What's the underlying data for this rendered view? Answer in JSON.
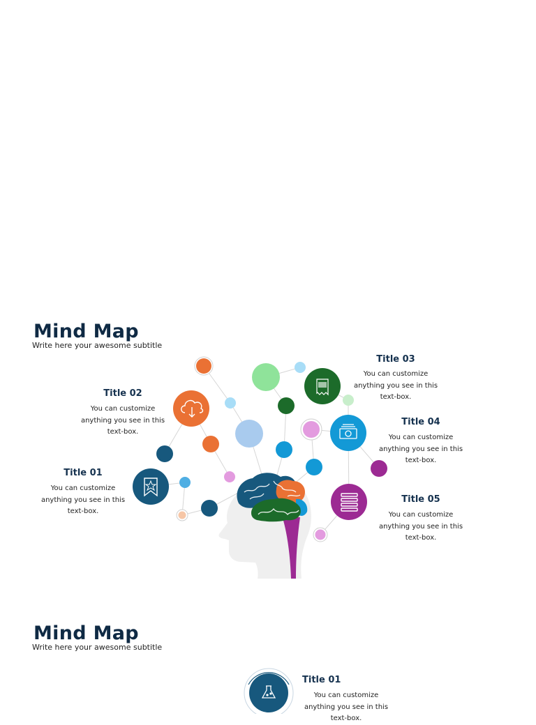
{
  "slide1": {
    "title": "Mind Map",
    "subtitle": "Write here your awesome subtitle",
    "topics": [
      {
        "title": "Title 01",
        "text": "You can customize anything you see in this text-box.",
        "icon": "bookmark-star-icon",
        "color": "#17587d"
      },
      {
        "title": "Title 02",
        "text": "You can customize anything you see in this text-box.",
        "icon": "cloud-download-icon",
        "color": "#ea7134"
      },
      {
        "title": "Title 03",
        "text": "You can customize anything you see in this text-box.",
        "icon": "receipt-icon",
        "color": "#1c6b2a"
      },
      {
        "title": "Title 04",
        "text": "You can customize anything you see in this text-box.",
        "icon": "money-icon",
        "color": "#1399d6"
      },
      {
        "title": "Title 05",
        "text": "You can customize anything you see in this text-box.",
        "icon": "stack-icon",
        "color": "#9c2a93"
      }
    ]
  },
  "slide2": {
    "title": "Mind Map",
    "subtitle": "Write here your awesome subtitle",
    "topics": [
      {
        "title": "Title 01",
        "text": "You can customize anything you see in this text-box.",
        "icon": "flask-icon",
        "color": "#17587d"
      }
    ]
  }
}
